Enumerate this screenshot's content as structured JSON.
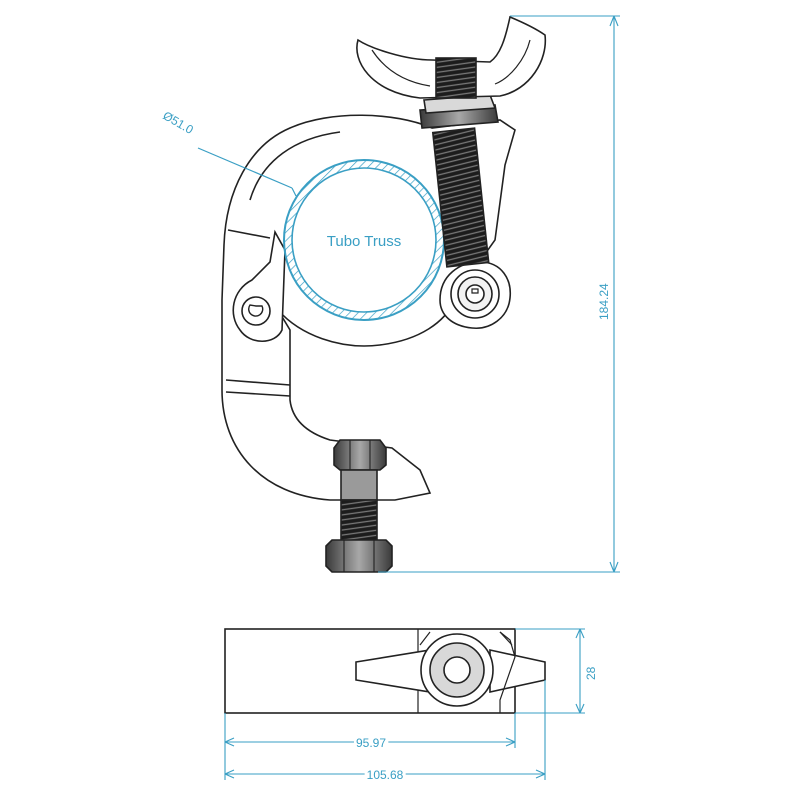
{
  "colors": {
    "dimension": "#3a9fc4",
    "outline": "#222222",
    "tube": "#3a9fc4",
    "thread_dark": "#1c1c1c",
    "thread_mid": "#8a8a8a",
    "background": "#ffffff"
  },
  "drawing": {
    "tube_label": "Tubo Truss",
    "diameter_label": "Ø51.0",
    "height_label": "184.24",
    "depth_label": "28",
    "width_inner_label": "95.97",
    "width_outer_label": "105.68"
  }
}
